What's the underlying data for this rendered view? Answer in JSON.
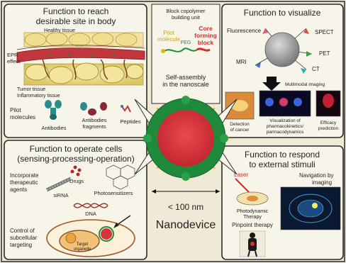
{
  "panels": {
    "top_left": {
      "title_line1": "Function to reach",
      "title_line2": "desirable site in body",
      "labels": {
        "healthy_tissue": "Healthy tissue",
        "epr_line1": "EPR",
        "epr_line2": "effect",
        "tumor_line1": "Tumor tissue",
        "tumor_line2": "Inflammatory tissue",
        "pilot_line1": "Pilot",
        "pilot_line2": "molecules",
        "antibodies": "Antibodies",
        "fragments_line1": "Antibodies",
        "fragments_line2": "fragments",
        "peptides": "Peptides"
      }
    },
    "top_center": {
      "block_line1": "Block copolymer",
      "block_line2": "building unit",
      "pilot_line1": "Pilot",
      "pilot_line2": "molecule",
      "core_line1": "Core",
      "core_line2": "forming",
      "core_line3": "block",
      "peg": "PEG",
      "self_line1": "Self-assembly",
      "self_line2": "in the nanoscale"
    },
    "top_right": {
      "title": "Function to visualize",
      "fluorescence": "Fluorescence",
      "spect": "SPECT",
      "pet": "PET",
      "mri": "MRI",
      "ct": "CT",
      "multimodal": "Multimodal imaging",
      "detection_line1": "Detection",
      "detection_line2": "of cancer",
      "visualization_line1": "Visualization of",
      "visualization_line2": "pharmacokinetics/",
      "visualization_line3": "parmacodynamics",
      "efficacy_line1": "Efficacy",
      "efficacy_line2": "prediction"
    },
    "bottom_left": {
      "title_line1": "Function to operate cells",
      "title_line2": "(sensing-processing-operation)",
      "incorporate_line1": "Incorporate",
      "incorporate_line2": "therapeutic",
      "incorporate_line3": "agents",
      "drugs": "Drugs",
      "sirna": "siRNA",
      "photosensitizers": "Photosensitizers",
      "dna": "DNA",
      "control_line1": "Control of",
      "control_line2": "subcellular",
      "control_line3": "targeting",
      "target_line1": "Target",
      "target_line2": "organelle"
    },
    "bottom_center": {
      "size": "< 100 nm",
      "name": "Nanodevice"
    },
    "bottom_right": {
      "title_line1": "Function to respond",
      "title_line2": "to external stimuli",
      "laser": "Laser",
      "navigation_line1": "Navigation by",
      "navigation_line2": "imaging",
      "photodynamic_line1": "Photodynamic",
      "photodynamic_line2": "Therapy",
      "pinpoint": "Pinpoint therapy"
    }
  },
  "colors": {
    "frame": "#2a2a2a",
    "panel_fill": "#f7f4ea",
    "core_red": "#d8333a",
    "shell_green": "#1f8a3c",
    "spike_yellow": "#e2b21a",
    "title_text": "#111111",
    "red_label": "#d42a2a",
    "yellow_label": "#c7a520"
  }
}
